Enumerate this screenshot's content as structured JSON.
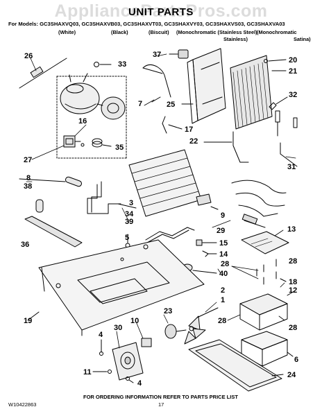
{
  "page": {
    "watermark": "AppliancePartsPros.com",
    "title": "UNIT PARTS",
    "models_line": "For Models: GC3SHAXVQ03, GC3SHAXVB03, GC3SHAXVT03, GC3SHAXVY03, GC3SHAXVS03, GC3SHAXVA03",
    "variants": {
      "white": "(White)",
      "black": "(Black)",
      "biscuit": "(Biscuit)",
      "mono_stainless_1": "(Monochromatic (Stainless Steel)",
      "mono_stainless_2": "Stainless)",
      "mono_satina_1": "(Monochromatic",
      "mono_satina_2": "Satina)"
    },
    "footer": {
      "doc_number": "W10422863",
      "page_number": "17",
      "note": "FOR ORDERING INFORMATION REFER TO PARTS PRICE LIST"
    }
  },
  "callouts": [
    {
      "id": "c26",
      "label": "26"
    },
    {
      "id": "c33",
      "label": "33"
    },
    {
      "id": "c37",
      "label": "37"
    },
    {
      "id": "c20",
      "label": "20"
    },
    {
      "id": "c21",
      "label": "21"
    },
    {
      "id": "c32",
      "label": "32"
    },
    {
      "id": "c7",
      "label": "7"
    },
    {
      "id": "c25",
      "label": "25"
    },
    {
      "id": "c16",
      "label": "16"
    },
    {
      "id": "c17",
      "label": "17"
    },
    {
      "id": "c22",
      "label": "22"
    },
    {
      "id": "c27",
      "label": "27"
    },
    {
      "id": "c35",
      "label": "35"
    },
    {
      "id": "c31",
      "label": "31"
    },
    {
      "id": "c8",
      "label": "8"
    },
    {
      "id": "c38",
      "label": "38"
    },
    {
      "id": "c3",
      "label": "3"
    },
    {
      "id": "c34",
      "label": "34"
    },
    {
      "id": "c9",
      "label": "9"
    },
    {
      "id": "c36",
      "label": "36"
    },
    {
      "id": "c39",
      "label": "39"
    },
    {
      "id": "c29",
      "label": "29"
    },
    {
      "id": "c13",
      "label": "13"
    },
    {
      "id": "c5",
      "label": "5"
    },
    {
      "id": "c15",
      "label": "15"
    },
    {
      "id": "c14",
      "label": "14"
    },
    {
      "id": "c28a",
      "label": "28"
    },
    {
      "id": "c28b",
      "label": "28"
    },
    {
      "id": "c40",
      "label": "40"
    },
    {
      "id": "c18",
      "label": "18"
    },
    {
      "id": "c2",
      "label": "2"
    },
    {
      "id": "c1",
      "label": "1"
    },
    {
      "id": "c12",
      "label": "12"
    },
    {
      "id": "c19",
      "label": "19"
    },
    {
      "id": "c23",
      "label": "23"
    },
    {
      "id": "c28c",
      "label": "28"
    },
    {
      "id": "c28d",
      "label": "28"
    },
    {
      "id": "c10",
      "label": "10"
    },
    {
      "id": "c30",
      "label": "30"
    },
    {
      "id": "c4a",
      "label": "4"
    },
    {
      "id": "c6",
      "label": "6"
    },
    {
      "id": "c11",
      "label": "11"
    },
    {
      "id": "c24",
      "label": "24"
    },
    {
      "id": "c4b",
      "label": "4"
    }
  ]
}
